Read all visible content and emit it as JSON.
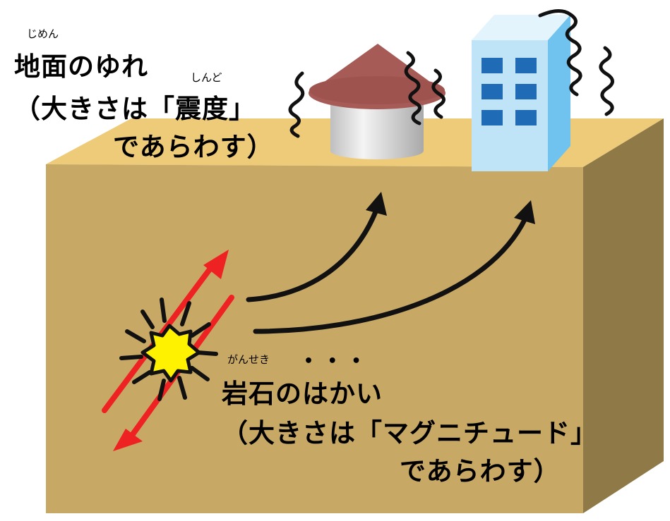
{
  "colors": {
    "ground_top": "#EECB78",
    "ground_front": "#C8A865",
    "ground_side": "#8F7A47",
    "arrow_red": "#EE2222",
    "burst_yellow": "#FFF200",
    "silo_roof": "#A65B56",
    "building_front": "#BFE3F7",
    "building_side": "#6FC3EE",
    "window": "#1F6BB5"
  },
  "icons": [
    "silo-icon",
    "building-icon",
    "shake-line-icon",
    "burst-icon",
    "arrow-icon"
  ],
  "ground_label": {
    "ruby": "じめん",
    "line1": "地面のゆれ",
    "line2": "（大きさは「震度」",
    "ruby2": "しんど",
    "line3": "であらわす）"
  },
  "rock_label": {
    "ruby": "がんせき",
    "dots": "• • •",
    "line1": "岩石のはかい",
    "line2": "（大きさは「マグニチュード」",
    "line3": "であらわす）"
  }
}
